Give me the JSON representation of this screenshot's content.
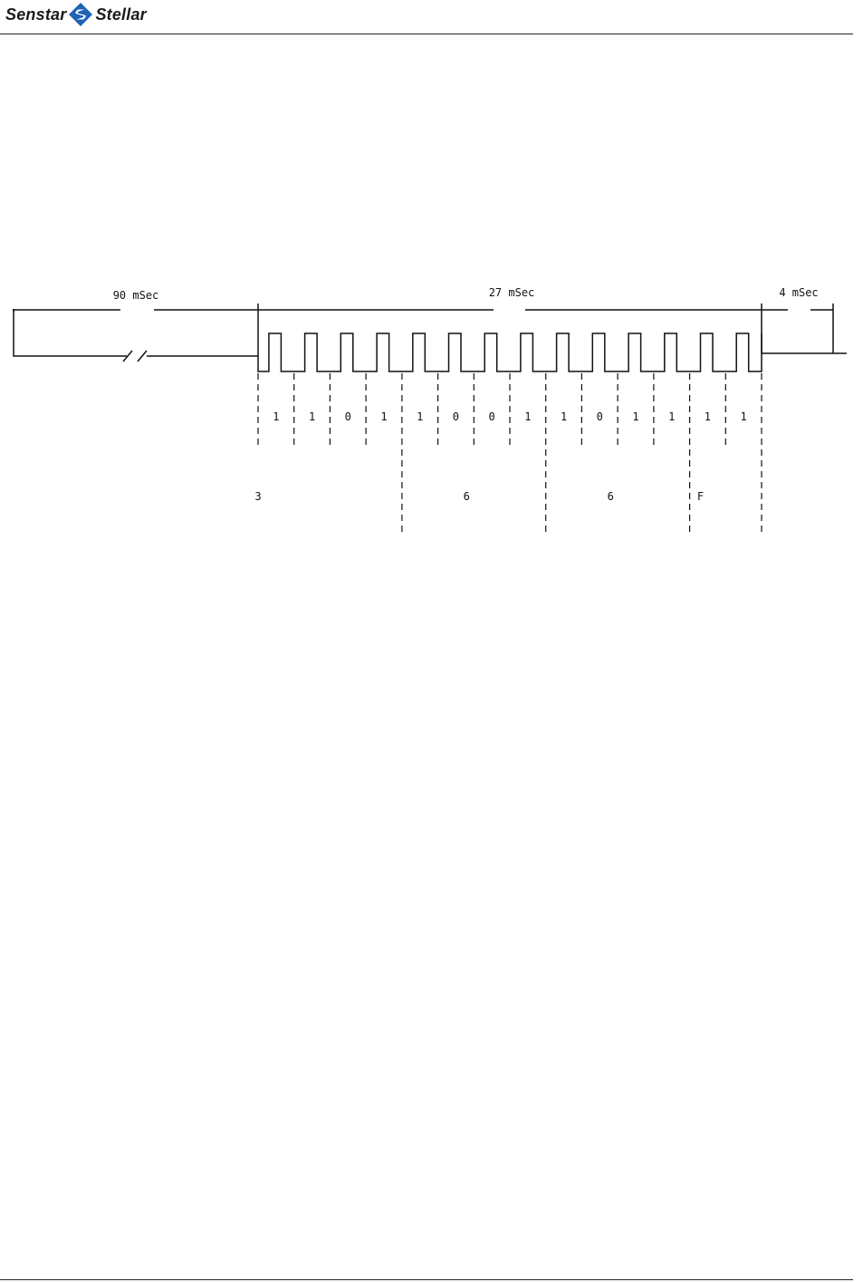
{
  "header": {
    "brand_left": "Senstar",
    "brand_right": "Stellar",
    "logo_icon": "senstar-s-mark-icon"
  },
  "diagram": {
    "labels": {
      "preamble": "90 mSec",
      "data": "27 mSec",
      "tail": "4 mSec"
    },
    "bits": [
      "1",
      "1",
      "0",
      "1",
      "1",
      "0",
      "0",
      "1",
      "1",
      "0",
      "1",
      "1",
      "1",
      "1"
    ],
    "groups": [
      "3",
      "6",
      "6",
      "F"
    ],
    "colors": {
      "line": "#111111",
      "logo": "#1e63b5"
    }
  }
}
